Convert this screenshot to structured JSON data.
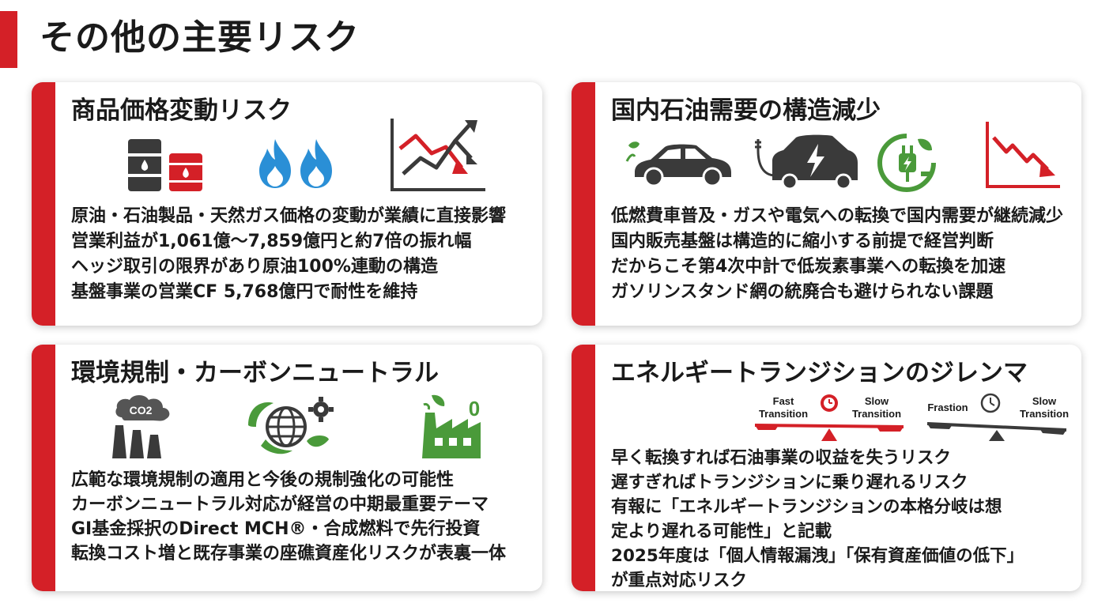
{
  "page": {
    "title": "その他の主要リスク"
  },
  "cards": [
    {
      "title": "商品価格変動リスク",
      "lines": [
        "原油・石油製品・天然ガス価格の変動が業績に直接影響",
        "営業利益が1,061億〜7,859億円と約7倍の振れ幅",
        "ヘッジ取引の限界があり原油100%連動の構造",
        "基盤事業の営業CF 5,768億円で耐性を維持"
      ]
    },
    {
      "title": "国内石油需要の構造減少",
      "lines": [
        "低燃費車普及・ガスや電気への転換で国内需要が継続減少",
        "国内販売基盤は構造的に縮小する前提で経営判断",
        "だからこそ第4次中計で低炭素事業への転換を加速",
        "ガソリンスタンド網の統廃合も避けられない課題"
      ]
    },
    {
      "title": "環境規制・カーボンニュートラル",
      "lines": [
        "広範な環境規制の適用と今後の規制強化の可能性",
        "カーボンニュートラル対応が経営の中期最重要テーマ",
        "GI基金採択のDirect MCH®・合成燃料で先行投資",
        "転換コスト増と既存事業の座礁資産化リスクが表裏一体"
      ],
      "icon_labels": {
        "co2": "CO2",
        "zero": "0"
      }
    },
    {
      "title": "エネルギートランジションのジレンマ",
      "lines": [
        "早く転換すれば石油事業の収益を失うリスク",
        "遅すぎればトランジションに乗り遅れるリスク",
        "有報に「エネルギートランジションの本格分岐は想",
        "定より遅れる可能性」と記載",
        "2025年度は「個人情報漏洩」「保有資産価値の低下」",
        "が重点対応リスク"
      ],
      "scales": [
        {
          "left": [
            "Fast",
            "Transition"
          ],
          "right": [
            "Slow",
            "Transition"
          ]
        },
        {
          "left": [
            "Frastion"
          ],
          "right": [
            "Slow",
            "Transition"
          ]
        }
      ]
    }
  ],
  "colors": {
    "accent": "#d42027",
    "dark": "#3a3a3a",
    "blue": "#2a8fd6",
    "green": "#4a9a3a"
  }
}
